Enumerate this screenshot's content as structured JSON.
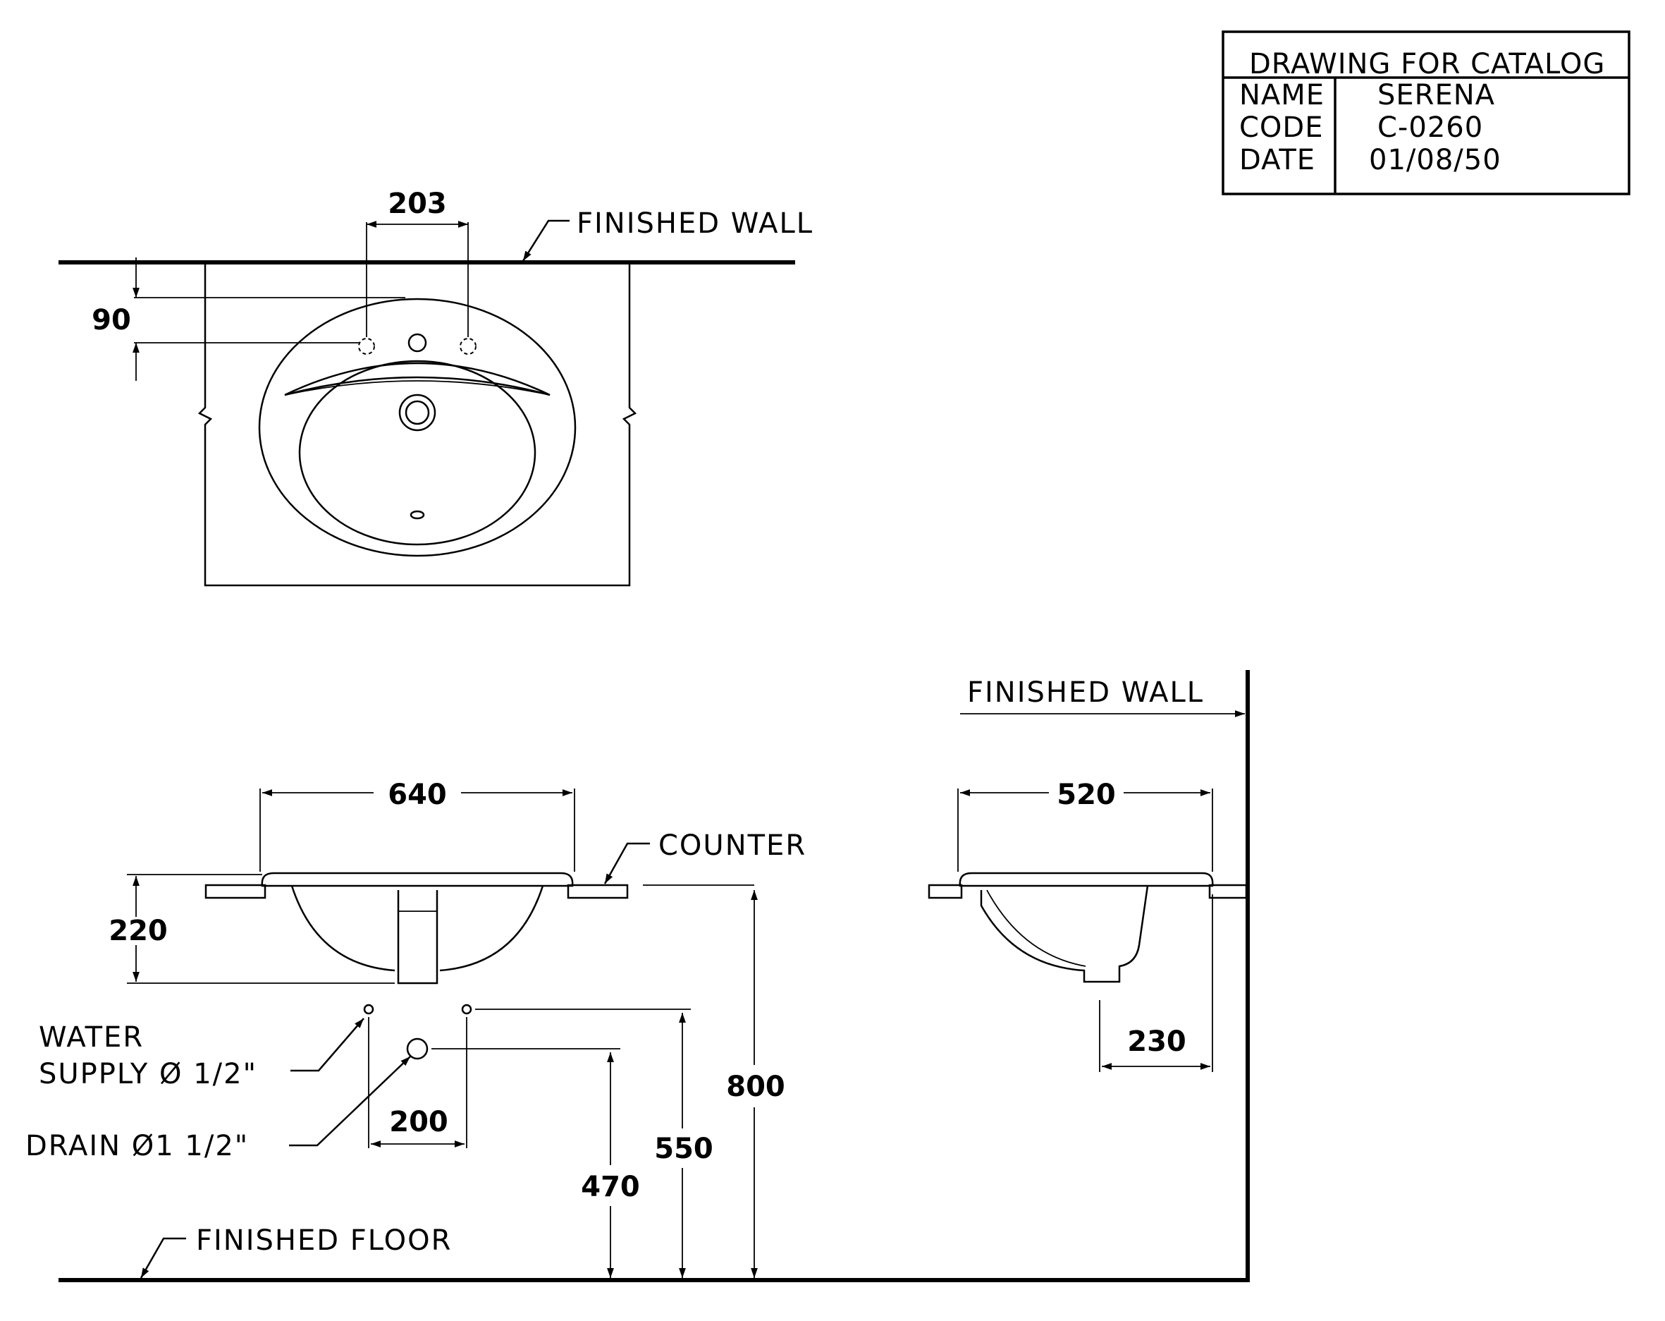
{
  "title_block": {
    "header": "DRAWING FOR CATALOG",
    "rows": [
      {
        "key": "NAME",
        "value": "SERENA"
      },
      {
        "key": "CODE",
        "value": "C-0260"
      },
      {
        "key": "DATE",
        "value": "01/08/50"
      }
    ]
  },
  "labels": {
    "finished_wall_top": "FINISHED WALL",
    "finished_wall_side": "FINISHED WALL",
    "counter": "COUNTER",
    "water_supply_line1": "WATER",
    "water_supply_line2": "SUPPLY Ø 1/2\"",
    "drain": "DRAIN Ø1 1/2\"",
    "finished_floor": "FINISHED FLOOR"
  },
  "dimensions": {
    "tap_spacing": "203",
    "tap_offset": "90",
    "width": "640",
    "depth_side": "520",
    "bowl_height": "220",
    "supply_spacing": "200",
    "counter_height": "800",
    "supply_height": "550",
    "drain_height": "470",
    "drain_offset": "230"
  }
}
